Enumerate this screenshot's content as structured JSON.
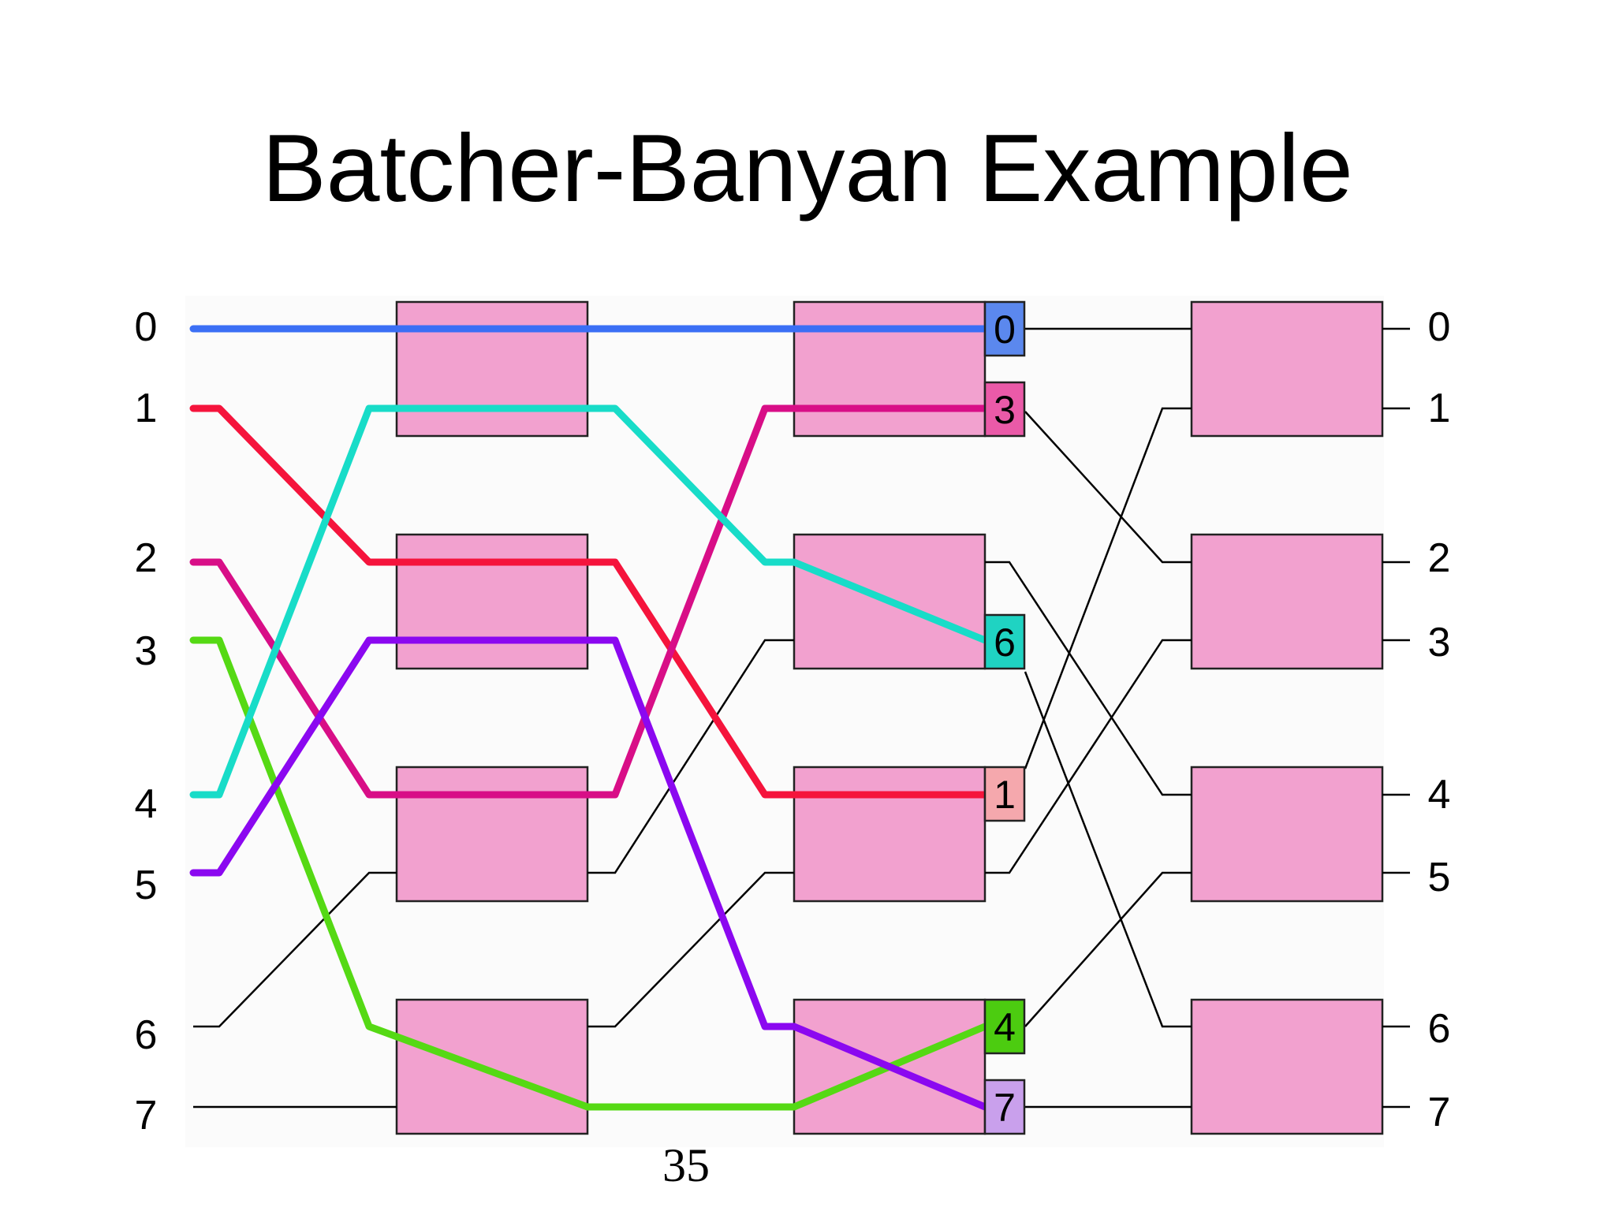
{
  "title": "Batcher-Banyan Example",
  "page_number": "35",
  "input_labels": [
    "0",
    "1",
    "2",
    "3",
    "4",
    "5",
    "6",
    "7"
  ],
  "output_labels": [
    "0",
    "1",
    "2",
    "3",
    "4",
    "5",
    "6",
    "7"
  ],
  "switch_fill": "#f2a1cf",
  "tags": [
    {
      "label": "0",
      "color": "#5b88ee"
    },
    {
      "label": "3",
      "color": "#ea5aa8"
    },
    {
      "label": "6",
      "color": "#1fd3c2"
    },
    {
      "label": "1",
      "color": "#f5a8ad"
    },
    {
      "label": "4",
      "color": "#4ccc10"
    },
    {
      "label": "7",
      "color": "#c9a0ec"
    }
  ],
  "path_colors": {
    "input0": "#3b6ff5",
    "input1": "#f5143c",
    "input2": "#d80e87",
    "input3": "#55d914",
    "input4": "#18dcc8",
    "input5": "#8b08f0"
  }
}
